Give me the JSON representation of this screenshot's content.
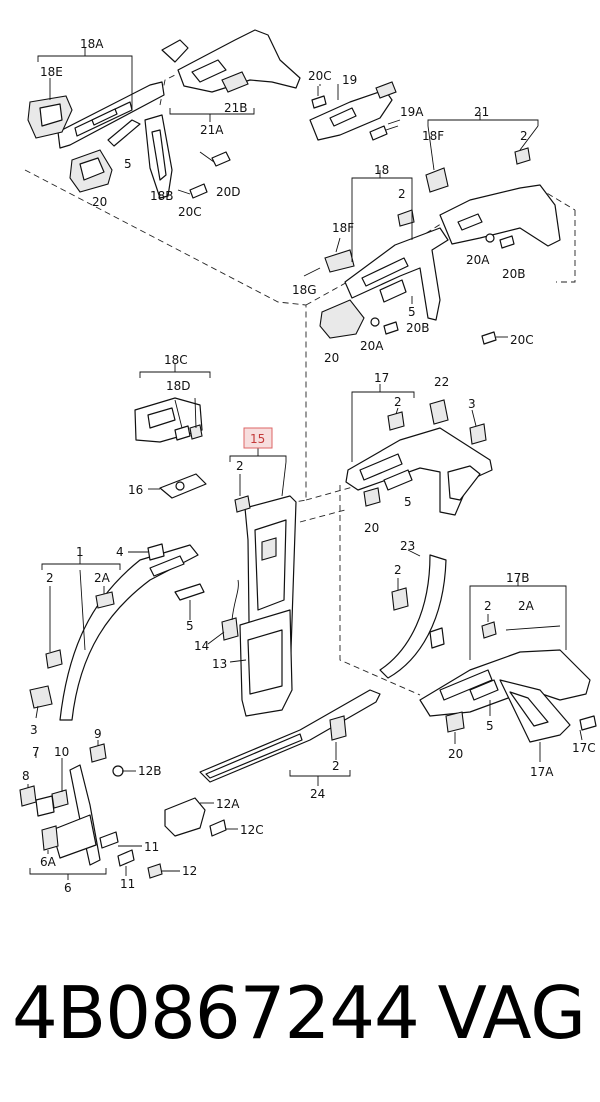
{
  "diagram": {
    "callouts": {
      "c18A": "18A",
      "c18E": "18E",
      "c21A": "21A",
      "c21B": "21B",
      "c20C_top": "20C",
      "c19": "19",
      "c19A": "19A",
      "c5_top": "5",
      "c18B": "18B",
      "c20C_mid": "20C",
      "c20D": "20D",
      "c20_top": "20",
      "c21": "21",
      "c18F_top": "18F",
      "c2_top": "2",
      "c18": "18",
      "c2_18": "2",
      "c18F": "18F",
      "c18G": "18G",
      "c20A_r": "20A",
      "c20B_r": "20B",
      "c5_18": "5",
      "c20B": "20B",
      "c20A": "20A",
      "c20_18": "20",
      "c20C_18": "20C",
      "c18C": "18C",
      "c18D": "18D",
      "c15": "15",
      "c2_15": "2",
      "c16": "16",
      "c17": "17",
      "c2_17": "2",
      "c22": "22",
      "c3_17": "3",
      "c5_17": "5",
      "c20_17": "20",
      "c1": "1",
      "c2_1": "2",
      "c2A_1": "2A",
      "c4": "4",
      "c5_1": "5",
      "c14": "14",
      "c13": "13",
      "c3_1": "3",
      "c23": "23",
      "c2_23": "2",
      "c17B": "17B",
      "c2_17B": "2",
      "c2A_17B": "2A",
      "c5_17B": "5",
      "c20_17B": "20",
      "c17C": "17C",
      "c17A": "17A",
      "c7": "7",
      "c10": "10",
      "c9": "9",
      "c12B": "12B",
      "c8": "8",
      "c12A": "12A",
      "c12C": "12C",
      "c11a": "11",
      "c6A": "6A",
      "c11b": "11",
      "c12": "12",
      "c6": "6",
      "c2_24": "2",
      "c24": "24"
    }
  },
  "footer": {
    "part_number": "4B0867244",
    "brand": "VAG"
  }
}
